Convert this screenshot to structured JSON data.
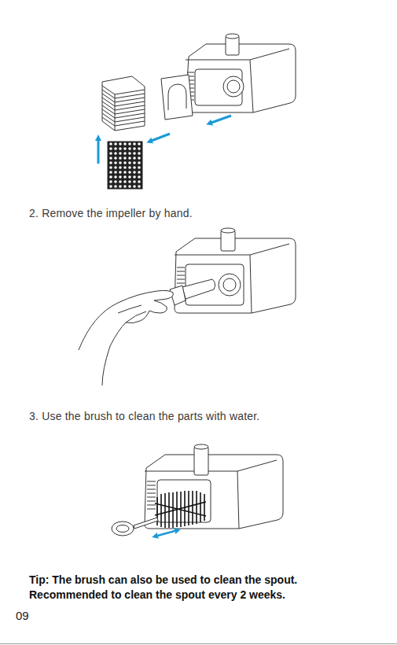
{
  "diagram": {
    "labels": [
      "2. Remove the impeller by hand.",
      "3. Use the brush to clean the parts with water.",
      "Tip: The brush can also be used to clean the spout.",
      "Recommended to clean the spout every 2 weeks.",
      "09"
    ]
  }
}
